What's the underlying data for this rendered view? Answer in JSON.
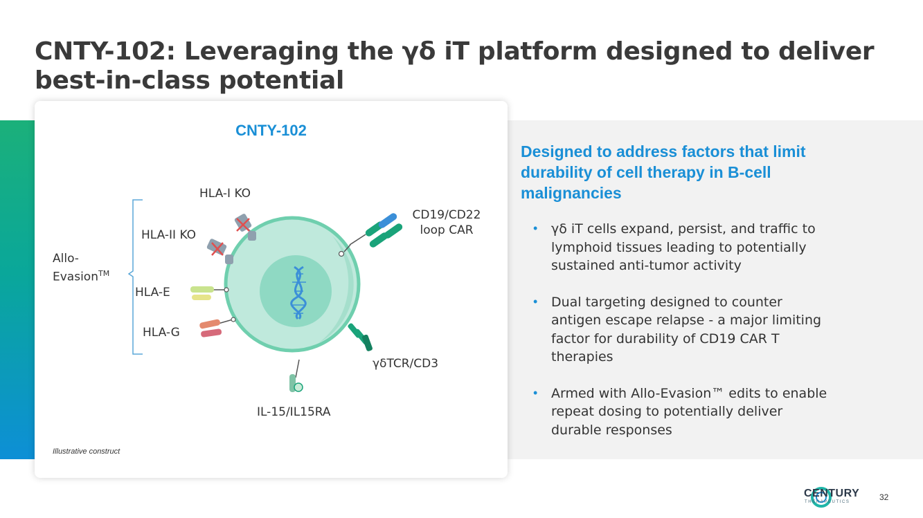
{
  "slide": {
    "title_lines": [
      "CNTY-102: Leveraging the γδ iT platform designed to deliver",
      "best-in-class potential"
    ],
    "page_number": "32"
  },
  "diagram": {
    "title": "CNTY-102",
    "labels": {
      "hla_i_ko": "HLA-I KO",
      "hla_ii_ko": "HLA-II KO",
      "allo_line1": "Allo-",
      "allo_line2": "Evasion",
      "allo_tm": "TM",
      "hla_e": "HLA-E",
      "hla_g": "HLA-G",
      "car_line1": "CD19/CD22",
      "car_line2": "loop CAR",
      "tcr": "γδTCR/CD3",
      "il15": "IL-15/IL15RA"
    },
    "footnote": "Illustrative construct"
  },
  "panel": {
    "heading_lines": [
      "Designed to address factors that limit",
      "durability of cell therapy in B-cell",
      "malignancies"
    ],
    "bullets": [
      {
        "lines": [
          "γδ iT cells expand, persist, and traffic to",
          "lymphoid tissues leading to potentially",
          "sustained anti-tumor activity"
        ]
      },
      {
        "lines": [
          "Dual targeting designed to counter",
          "antigen escape relapse - a major limiting",
          "factor for durability of CD19 CAR T",
          "therapies"
        ]
      },
      {
        "lines": [
          "Armed with Allo-Evasion™ edits to enable",
          "repeat dosing to potentially deliver",
          "durable responses"
        ]
      }
    ]
  },
  "logo": {
    "name": "CENTURY",
    "sub": "THERAPEUTICS"
  },
  "colors": {
    "accent_blue": "#1a8fd6",
    "cell_fill": "#bfe9dc",
    "cell_edge": "#6fcfae",
    "nucleus": "#8fd9c3",
    "teal_dark": "#1aa37a"
  }
}
